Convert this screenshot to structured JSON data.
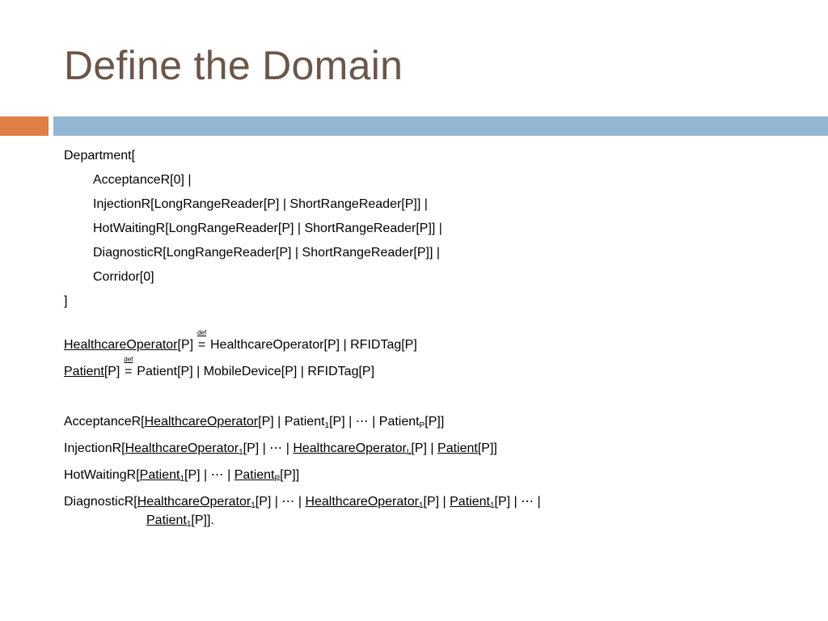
{
  "title": "Define the Domain",
  "dept": {
    "open": "Department[",
    "items": [
      "AcceptanceR[0] |",
      "InjectionR[LongRangeReader[P] | ShortRangeReader[P]] |",
      "HotWaitingR[LongRangeReader[P] | ShortRangeReader[P]] |",
      "DiagnosticR[LongRangeReader[P] | ShortRangeReader[P]] |",
      "Corridor[0]"
    ],
    "close": "]"
  },
  "defs": {
    "def_label": "def",
    "eq": "=",
    "hco_name": "HealthcareOperator",
    "hco_rest": "[P]",
    "hco_body": "HealthcareOperator[P] | RFIDTag[P]",
    "pat_name": "Patient",
    "pat_rest": "[P]",
    "pat_body": "Patient[P] | MobileDevice[P] | RFIDTag[P]"
  },
  "rooms": {
    "acc": {
      "a": "AcceptanceR[",
      "b": "HealthcareOperator",
      "c": "[P] | Patient",
      "d": "1",
      "e": "[P] | ⋯ | Patient",
      "f": "P",
      "g": "[P]]"
    },
    "inj": {
      "a": "InjectionR[",
      "b": "HealthcareOperator",
      "c": "1",
      "d": "[P] | ⋯ | ",
      "e": "HealthcareOperator",
      "f": "L",
      "g": "[P] | ",
      "h": "Patient",
      "i": "[P]]"
    },
    "hot": {
      "a": "HotWaitingR[",
      "b": "Patient",
      "c": "1",
      "d": "[P] | ⋯ | ",
      "e": "Patient",
      "f": "P",
      "g": "[P]]"
    },
    "diag": {
      "a": "DiagnosticR[",
      "b": "HealthcareOperator",
      "c": "1",
      "d": "[P] | ⋯ | ",
      "e": "HealthcareOperator",
      "f": "1",
      "g": "[P] | ",
      "h": "Patient",
      "i": "1",
      "j": "[P] | ⋯ |",
      "k": "Patient",
      "l": "1",
      "m": "[P]]."
    }
  }
}
